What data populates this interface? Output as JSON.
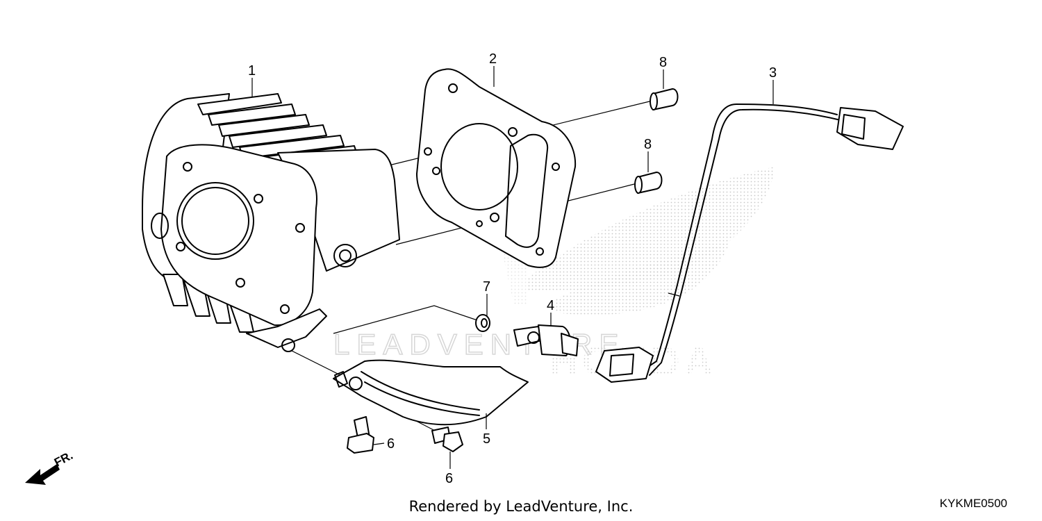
{
  "callouts": {
    "cylinder": "1",
    "gasket": "2",
    "sensor_harness": "3",
    "temp_sensor": "4",
    "guard": "5",
    "bolt_a": "6",
    "bolt_b": "6",
    "washer": "7",
    "dowel_a": "8",
    "dowel_b": "8"
  },
  "front_indicator": "FR.",
  "watermark_text": "LEADVENTURE",
  "footer": {
    "credit": "Rendered by LeadVenture, Inc.",
    "diagram_code": "KYKME0500"
  }
}
